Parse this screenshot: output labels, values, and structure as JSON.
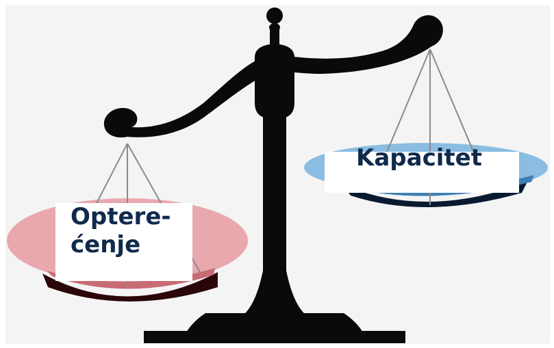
{
  "labels": {
    "left_pan": "Optere-\nćenje",
    "right_pan": "Kapacitet"
  },
  "colors": {
    "balance": "#0a0a0a",
    "left_pan": "#e5929a",
    "right_pan": "#7fb6df",
    "label_text": "#102a4c"
  },
  "icons": {
    "figure": "balance-scale"
  }
}
